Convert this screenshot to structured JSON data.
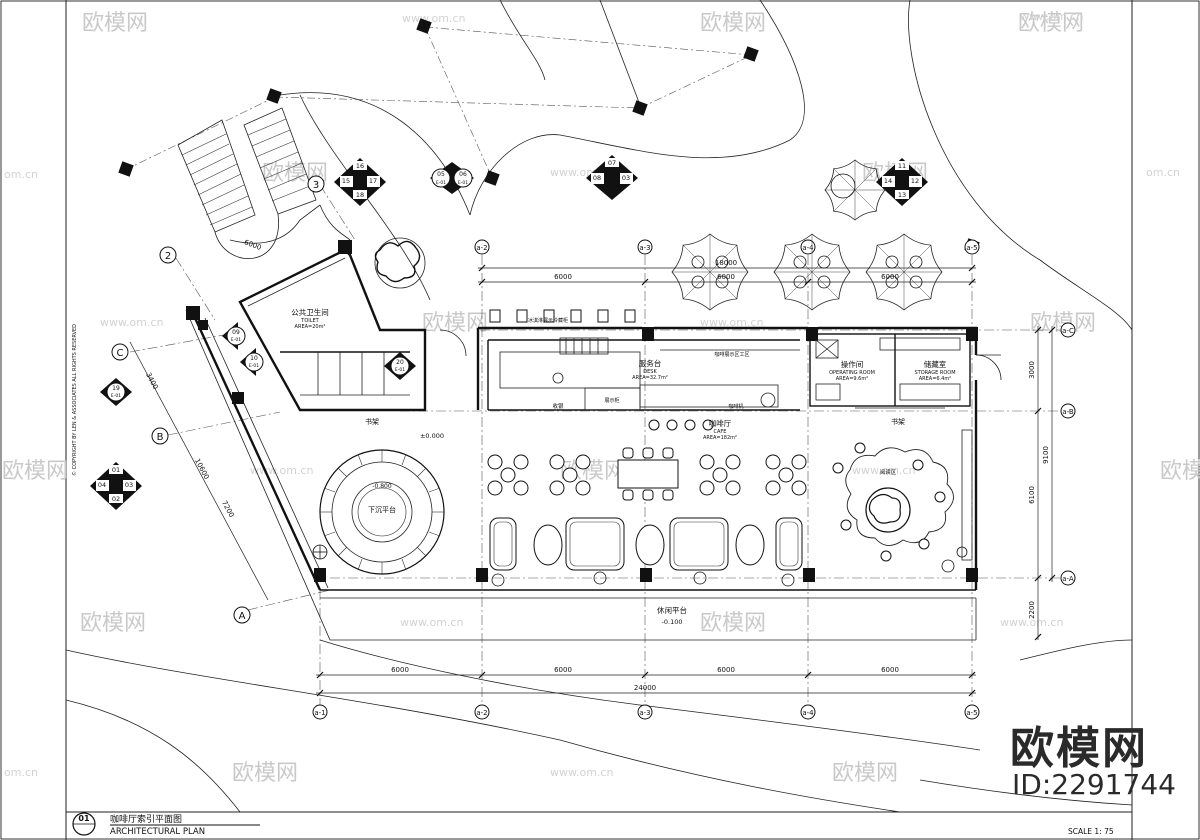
{
  "sheet": {
    "copyright": "© COPYRIGHT BY LEN & ASSOCIATES ALL RIGHTS RESERVED",
    "title_no": "01",
    "title_cn": "咖啡厅索引平面图",
    "title_en": "ARCHITECTURAL PLAN",
    "scale": "SCALE 1: 75",
    "brand": "欧模网",
    "id": "ID:2291744",
    "watermark_logo": "欧模网",
    "watermark_url": "www.om.cn",
    "watermark_url_short": "om.cn"
  },
  "grid": {
    "columns": [
      "a-1",
      "a-2",
      "a-3",
      "a-4",
      "a-5"
    ],
    "rows": [
      "a-A",
      "a-B",
      "a-C"
    ],
    "angled": [
      "A",
      "B",
      "C",
      "2",
      "3"
    ]
  },
  "dimensions": {
    "bottom": [
      "6000",
      "6000",
      "6000",
      "6000"
    ],
    "bottom_total": "24000",
    "top": [
      "6000",
      "6000",
      "6000"
    ],
    "top_total": "18000",
    "right": [
      "3000",
      "6100",
      "2200"
    ],
    "right_total": "9100",
    "left": [
      "3400",
      "10600",
      "7200"
    ],
    "stair": "6000"
  },
  "rooms": {
    "toilet_cn": "公共卫生间",
    "toilet_en": "TOILET",
    "toilet_area": "AREA=20m²",
    "desk_cn": "服务台",
    "desk_en": "DESK",
    "desk_area": "AREA=32.7m²",
    "cafe_cn": "咖啡厅",
    "cafe_en": "CAFE",
    "cafe_area": "AREA=182m²",
    "op_cn": "操作间",
    "op_en": "OPERATING ROOM",
    "op_area": "AREA=9.6m²",
    "storage_cn": "储藏室",
    "storage_en": "STORAGE ROOM",
    "storage_area": "AREA=6.4m²",
    "bookshelf": "书架",
    "bookshelf2": "书架",
    "sunken_cn": "下沉平台",
    "sunken_level": "-0.800",
    "floor_level": "±0.000",
    "terrace_cn": "休闲平台",
    "terrace_level": "-0.100",
    "cashier": "收银",
    "display": "展示柜",
    "coffee_machine": "咖啡机",
    "ice_cream": "冰淇淋展示冷藏柜",
    "coffee_display": "咖啡展示区工区",
    "reading": "阅读区"
  },
  "index_markers": {
    "m1": [
      "16",
      "15",
      "17",
      "18"
    ],
    "m2": [
      "05",
      "06"
    ],
    "m3": [
      "07",
      "08",
      "03"
    ],
    "m4": [
      "11",
      "14",
      "12",
      "13"
    ],
    "m5": [
      "01",
      "04",
      "03",
      "02"
    ],
    "m6": [
      "09"
    ],
    "m7": [
      "10"
    ],
    "m8": [
      "19"
    ],
    "m9": [
      "20"
    ],
    "sheet_ref": "E-01"
  }
}
